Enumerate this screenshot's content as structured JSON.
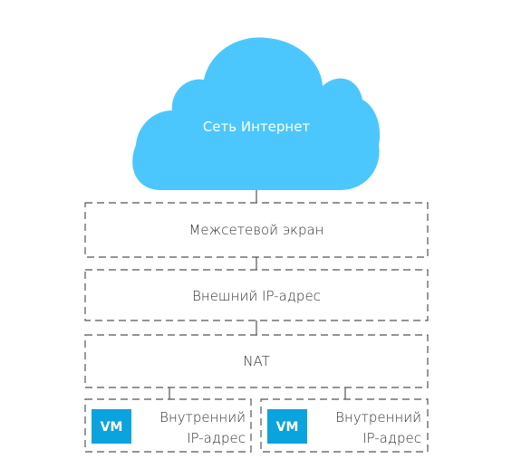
{
  "cloud": {
    "label": "Сеть Интернет",
    "color": "#4cc7fd"
  },
  "layers": {
    "firewall": "Межсетевой экран",
    "external_ip": "Внешний IP-адрес",
    "nat": "NAT"
  },
  "vms": [
    {
      "badge": "VM",
      "label_line1": "Внутренний",
      "label_line2": "IP-адрес"
    },
    {
      "badge": "VM",
      "label_line1": "Внутренний",
      "label_line2": "IP-адрес"
    }
  ],
  "colors": {
    "vm_badge": "#0ba3de",
    "dashed_border": "#555555",
    "text": "#333333"
  }
}
